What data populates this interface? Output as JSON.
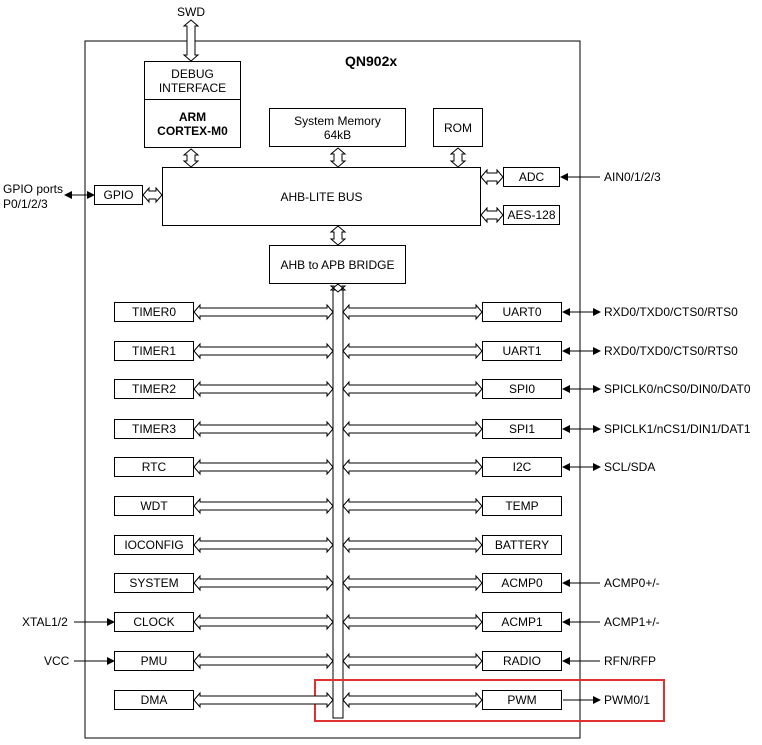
{
  "diagram": {
    "title": "QN902x",
    "debug_interface": "DEBUG INTERFACE",
    "cpu_line1": "ARM",
    "cpu_line2": "CORTEX-M0",
    "system_memory_line1": "System Memory",
    "system_memory_line2": "64kB",
    "rom": "ROM",
    "ahb_bus": "AHB-LITE BUS",
    "gpio": "GPIO",
    "adc": "ADC",
    "aes": "AES-128",
    "bridge": "AHB to APB BRIDGE",
    "left_peripherals": [
      "TIMER0",
      "TIMER1",
      "TIMER2",
      "TIMER3",
      "RTC",
      "WDT",
      "IOCONFIG",
      "SYSTEM",
      "CLOCK",
      "PMU",
      "DMA"
    ],
    "right_peripherals": [
      "UART0",
      "UART1",
      "SPI0",
      "SPI1",
      "I2C",
      "TEMP",
      "BATTERY",
      "ACMP0",
      "ACMP1",
      "RADIO",
      "PWM"
    ],
    "external_labels": {
      "swd": "SWD",
      "gpio_ports_line1": "GPIO ports",
      "gpio_ports_line2": "P0/1/2/3",
      "ain": "AIN0/1/2/3",
      "uart0_pins": "RXD0/TXD0/CTS0/RTS0",
      "uart1_pins": "RXD0/TXD0/CTS0/RTS0",
      "spi0_pins": "SPICLK0/nCS0/DIN0/DAT0",
      "spi1_pins": "SPICLK1/nCS1/DIN1/DAT1",
      "i2c_pins": "SCL/SDA",
      "acmp0_pins": "ACMP0+/-",
      "acmp1_pins": "ACMP1+/-",
      "radio_pins": "RFN/RFP",
      "pwm_pins": "PWM0/1",
      "xtal": "XTAL1/2",
      "vcc": "VCC"
    },
    "highlight_color": "#e03030"
  }
}
